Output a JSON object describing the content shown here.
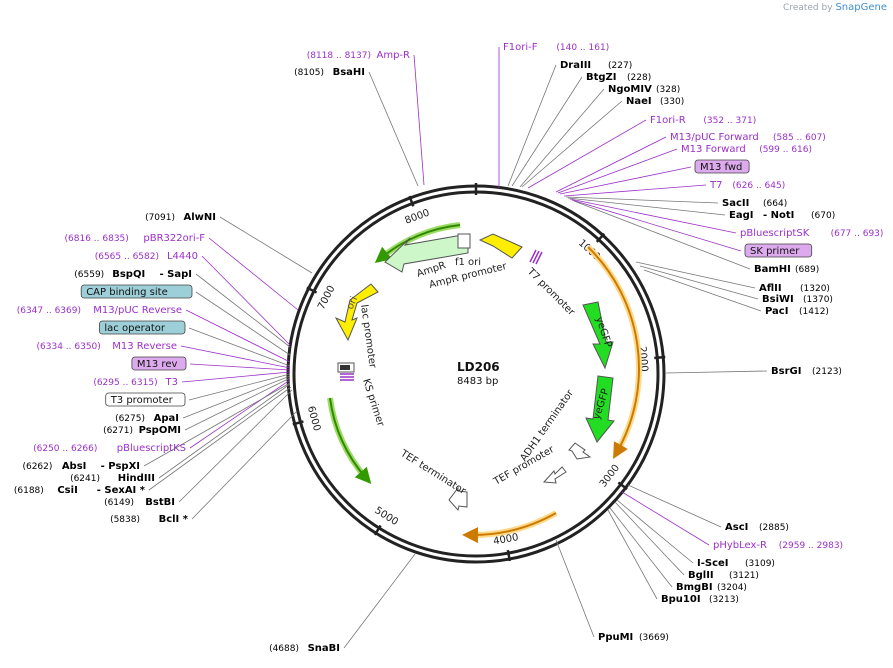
{
  "branding": {
    "created_by": "Created by",
    "product": "SnapGene"
  },
  "plasmid": {
    "name": "LD206",
    "size_label": "8483 bp",
    "length": 8483
  },
  "colors": {
    "enzyme": "#000000",
    "primer": "#9b30c8",
    "primer_box_fill": "#ddaaee",
    "feature_box_fill": "#9ccfd8",
    "green_feature": "#22dd22",
    "yellow_feature": "#ffee00",
    "pale_green": "#cdf7c8",
    "orange_arrow": "#ffcc66",
    "dark_green_arrow": "#339900",
    "ring": "#222222"
  },
  "ticks": [
    "1000",
    "2000",
    "3000",
    "4000",
    "5000",
    "6000",
    "7000",
    "8000"
  ],
  "features_on_map": [
    {
      "label": "f1 ori",
      "type": "yellow"
    },
    {
      "label": "AmpR",
      "type": "pale_green"
    },
    {
      "label": "AmpR promoter",
      "type": "white"
    },
    {
      "label": "ori",
      "type": "yellow"
    },
    {
      "label": "lac promoter",
      "type": "white"
    },
    {
      "label": "KS primer",
      "type": "line"
    },
    {
      "label": "T7 promoter",
      "type": "white"
    },
    {
      "label": "yeGFP",
      "type": "green"
    },
    {
      "label": "yeGFP",
      "type": "green"
    },
    {
      "label": "ADH1 terminator",
      "type": "white"
    },
    {
      "label": "TEF promoter",
      "type": "white"
    },
    {
      "label": "TEF terminator",
      "type": "white"
    }
  ],
  "right_labels": [
    {
      "kind": "primer",
      "name": "F1ori-F",
      "pos": "(140 .. 161)"
    },
    {
      "kind": "enzyme",
      "name": "DraIII",
      "pos": "(227)"
    },
    {
      "kind": "enzyme",
      "name": "BtgZI",
      "pos": "(228)"
    },
    {
      "kind": "enzyme",
      "name": "NgoMIV",
      "pos": "(328)"
    },
    {
      "kind": "enzyme",
      "name": "NaeI",
      "pos": "(330)"
    },
    {
      "kind": "primer",
      "name": "F1ori-R",
      "pos": "(352 .. 371)"
    },
    {
      "kind": "primer",
      "name": "M13/pUC Forward",
      "pos": "(585 .. 607)"
    },
    {
      "kind": "primer",
      "name": "M13 Forward",
      "pos": "(599 .. 616)"
    },
    {
      "kind": "primer_box",
      "name": "M13 fwd",
      "pos": ""
    },
    {
      "kind": "primer",
      "name": "T7",
      "pos": "(626 .. 645)"
    },
    {
      "kind": "enzyme",
      "name": "SacII",
      "pos": "(664)"
    },
    {
      "kind": "enzyme",
      "name": "EagI",
      "name2": "- NotI",
      "pos": "(670)"
    },
    {
      "kind": "primer",
      "name": "pBluescriptSK",
      "pos": "(677 .. 693)"
    },
    {
      "kind": "primer_box",
      "name": "SK primer",
      "pos": ""
    },
    {
      "kind": "enzyme",
      "name": "BamHI",
      "pos": "(689)"
    },
    {
      "kind": "enzyme",
      "name": "AflII",
      "pos": "(1320)"
    },
    {
      "kind": "enzyme",
      "name": "BsiWI",
      "pos": "(1370)"
    },
    {
      "kind": "enzyme",
      "name": "PacI",
      "pos": "(1412)"
    },
    {
      "kind": "enzyme",
      "name": "BsrGI",
      "pos": "(2123)"
    },
    {
      "kind": "enzyme",
      "name": "AscI",
      "pos": "(2885)"
    },
    {
      "kind": "primer",
      "name": "pHybLex-R",
      "pos": "(2959 .. 2983)"
    },
    {
      "kind": "enzyme",
      "name": "I-SceI",
      "pos": "(3109)"
    },
    {
      "kind": "enzyme",
      "name": "BglII",
      "pos": "(3121)"
    },
    {
      "kind": "enzyme",
      "name": "BmgBI",
      "pos": "(3204)"
    },
    {
      "kind": "enzyme",
      "name": "Bpu10I",
      "pos": "(3213)"
    },
    {
      "kind": "enzyme",
      "name": "PpuMI",
      "pos": "(3669)"
    }
  ],
  "left_labels": [
    {
      "kind": "primer",
      "name": "Amp-R",
      "pos": "(8118 .. 8137)"
    },
    {
      "kind": "enzyme",
      "name": "BsaHI",
      "pos": "(8105)"
    },
    {
      "kind": "enzyme",
      "name": "AlwNI",
      "pos": "(7091)"
    },
    {
      "kind": "primer",
      "name": "pBR322ori-F",
      "pos": "(6816 .. 6835)"
    },
    {
      "kind": "primer",
      "name": "L4440",
      "pos": "(6565 .. 6582)"
    },
    {
      "kind": "enzyme",
      "name": "BspQI",
      "name2": "- SapI",
      "pos": "(6559)"
    },
    {
      "kind": "feature_box",
      "name": "CAP binding site",
      "pos": ""
    },
    {
      "kind": "primer",
      "name": "M13/pUC Reverse",
      "pos": "(6347 .. 6369)"
    },
    {
      "kind": "feature_box",
      "name": "lac operator",
      "pos": ""
    },
    {
      "kind": "primer",
      "name": "M13 Reverse",
      "pos": "(6334 .. 6350)"
    },
    {
      "kind": "primer_box",
      "name": "M13 rev",
      "pos": ""
    },
    {
      "kind": "primer",
      "name": "T3",
      "pos": "(6295 .. 6315)"
    },
    {
      "kind": "white_box",
      "name": "T3 promoter",
      "pos": ""
    },
    {
      "kind": "enzyme",
      "name": "ApaI",
      "pos": "(6275)"
    },
    {
      "kind": "enzyme",
      "name": "PspOMI",
      "pos": "(6271)"
    },
    {
      "kind": "primer",
      "name": "pBluescriptKS",
      "pos": "(6250 .. 6266)"
    },
    {
      "kind": "enzyme",
      "name": "AbsI",
      "name2": "- PspXI",
      "pos": "(6262)"
    },
    {
      "kind": "enzyme",
      "name": "HindIII",
      "pos": "(6241)"
    },
    {
      "kind": "enzyme",
      "name": "CsiI",
      "name2": "- SexAI *",
      "pos": "(6188)"
    },
    {
      "kind": "enzyme",
      "name": "BstBI",
      "pos": "(6149)"
    },
    {
      "kind": "enzyme",
      "name": "BclI *",
      "pos": "(5838)"
    },
    {
      "kind": "enzyme",
      "name": "SnaBI",
      "pos": "(4688)"
    }
  ]
}
